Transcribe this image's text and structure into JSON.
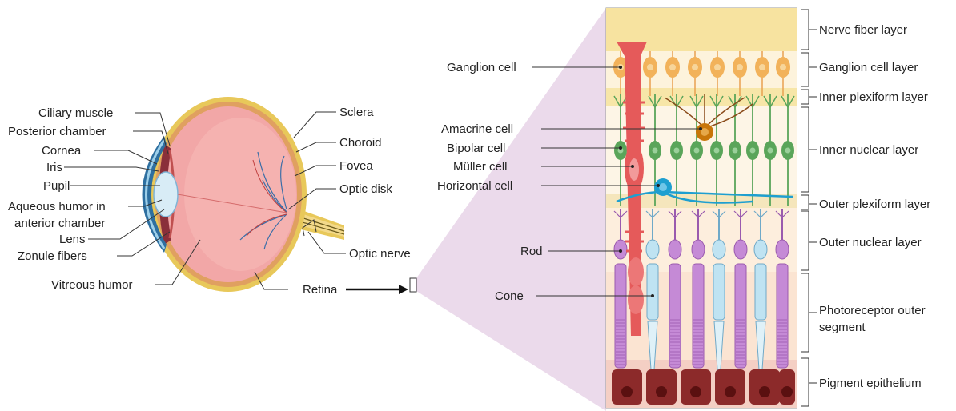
{
  "eye_labels": {
    "ciliary_muscle": "Ciliary muscle",
    "posterior_chamber": "Posterior chamber",
    "cornea": "Cornea",
    "iris": "Iris",
    "pupil": "Pupil",
    "aqueous_line1": "Aqueous humor in",
    "aqueous_line2": "anterior chamber",
    "lens": "Lens",
    "zonule_fibers": "Zonule fibers",
    "vitreous_humor": "Vitreous humor",
    "sclera": "Sclera",
    "choroid": "Choroid",
    "fovea": "Fovea",
    "optic_disk": "Optic disk",
    "optic_nerve": "Optic nerve",
    "retina": "Retina"
  },
  "cell_labels": {
    "ganglion_cell": "Ganglion cell",
    "amacrine_cell": "Amacrine cell",
    "bipolar_cell": "Bipolar cell",
    "muller_cell": "Müller cell",
    "horizontal_cell": "Horizontal cell",
    "rod": "Rod",
    "cone": "Cone"
  },
  "layer_labels": {
    "nerve_fiber": "Nerve fiber layer",
    "ganglion_cell_layer": "Ganglion cell layer",
    "inner_plexiform": "Inner plexiform layer",
    "inner_nuclear": "Inner nuclear layer",
    "outer_plexiform": "Outer plexiform layer",
    "outer_nuclear": "Outer nuclear layer",
    "photoreceptor_line1": "Photoreceptor outer",
    "photoreceptor_line2": "segment",
    "pigment_epithelium": "Pigment epithelium"
  },
  "colors": {
    "sclera": "#e8c85a",
    "eyeball": "#f2a7a7",
    "cornea": "#9fd0ea",
    "nerve_fiber_band": "#f7e3a0",
    "muller": "#e55a5a",
    "bipolar": "#5aa55a",
    "horizontal": "#1e9fd0",
    "amacrine": "#c8760a",
    "rod": "#c58ad6",
    "cone": "#bfe3f2",
    "pigment": "#8c2a2a",
    "zoom_wedge": "#e7d3e8"
  }
}
